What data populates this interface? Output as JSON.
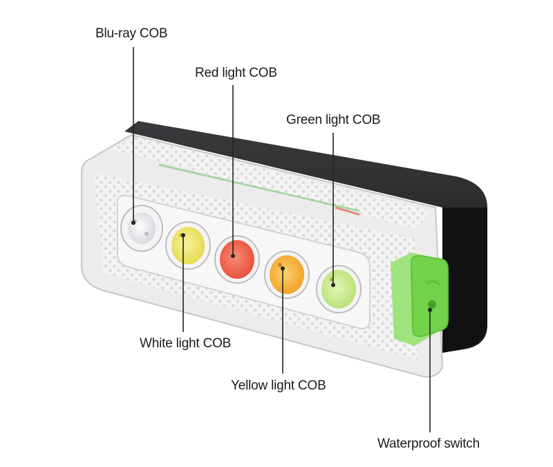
{
  "labels": {
    "blu_ray": "Blu-ray COB",
    "red": "Red light COB",
    "green": "Green light COB",
    "white": "White light COB",
    "yellow": "Yellow light COB",
    "switch": "Waterproof switch"
  },
  "colors": {
    "white_led": "#e9e9ee",
    "yellow_led": "#f2e86a",
    "red_led": "#f06450",
    "amber_led": "#f7b23a",
    "green_led": "#c9ea8c",
    "switch_green": "#7ed957",
    "housing_black": "#1e1e20"
  }
}
